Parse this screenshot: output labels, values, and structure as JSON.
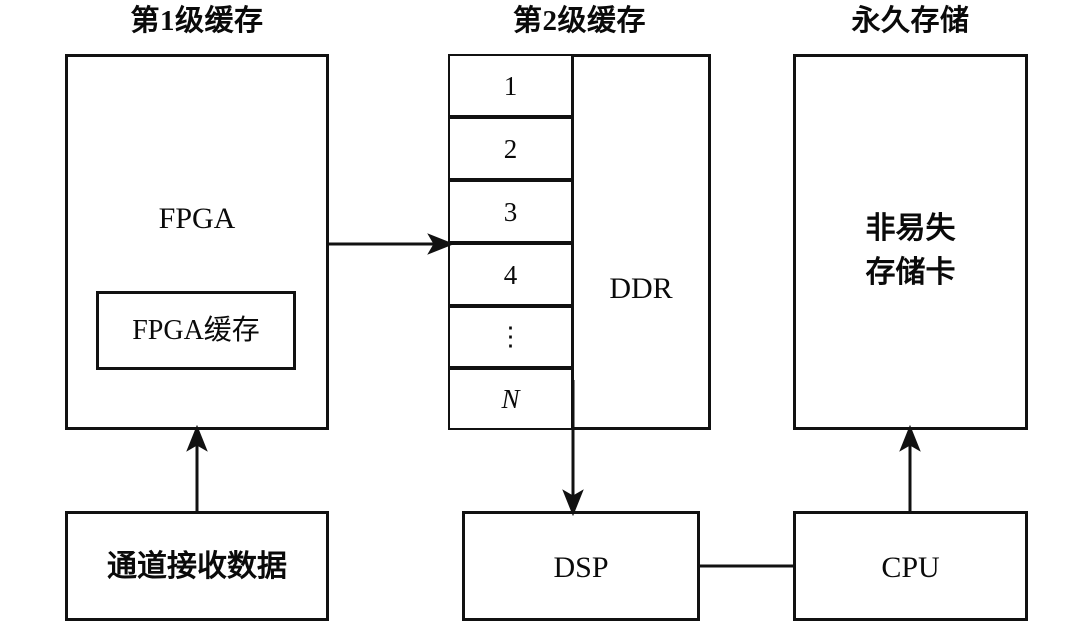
{
  "diagram": {
    "titles": [
      {
        "id": "level1",
        "text": "第1级缓存"
      },
      {
        "id": "level2",
        "text": "第2级缓存"
      },
      {
        "id": "permanent",
        "text": "永久存储"
      }
    ],
    "boxes": {
      "fpga": {
        "label": "FPGA"
      },
      "fpga_cache": {
        "label": "FPGA缓存"
      },
      "ddr": {
        "label": "DDR"
      },
      "nonvolatile_card": {
        "label": "非易失\n存储卡"
      },
      "channel_receive": {
        "label": "通道接收数据"
      },
      "dsp": {
        "label": "DSP"
      },
      "cpu": {
        "label": "CPU"
      }
    },
    "memory_cells": [
      {
        "index": 1,
        "label": "1",
        "italic": false
      },
      {
        "index": 2,
        "label": "2",
        "italic": false
      },
      {
        "index": 3,
        "label": "3",
        "italic": false
      },
      {
        "index": 4,
        "label": "4",
        "italic": false
      },
      {
        "index": 5,
        "label": "⋮",
        "italic": false
      },
      {
        "index": 6,
        "label": "N",
        "italic": true
      }
    ],
    "connectors": [
      {
        "id": "fpga-to-cells",
        "from": "fpga",
        "to": "memory-cell-4",
        "direction": "right",
        "arrow": true
      },
      {
        "id": "cells-to-dsp",
        "from": "memory-stack",
        "to": "dsp",
        "direction": "down",
        "arrow": true
      },
      {
        "id": "channel-to-fpga",
        "from": "channel_receive",
        "to": "fpga",
        "direction": "up",
        "arrow": true
      },
      {
        "id": "cpu-to-card",
        "from": "cpu",
        "to": "nonvolatile_card",
        "direction": "up",
        "arrow": true
      },
      {
        "id": "dsp-to-cpu",
        "from": "dsp",
        "to": "cpu",
        "direction": "horizontal",
        "arrow": false
      }
    ],
    "colors": {
      "stroke": "#111111",
      "background": "#ffffff",
      "text": "#0a0a0a"
    }
  }
}
